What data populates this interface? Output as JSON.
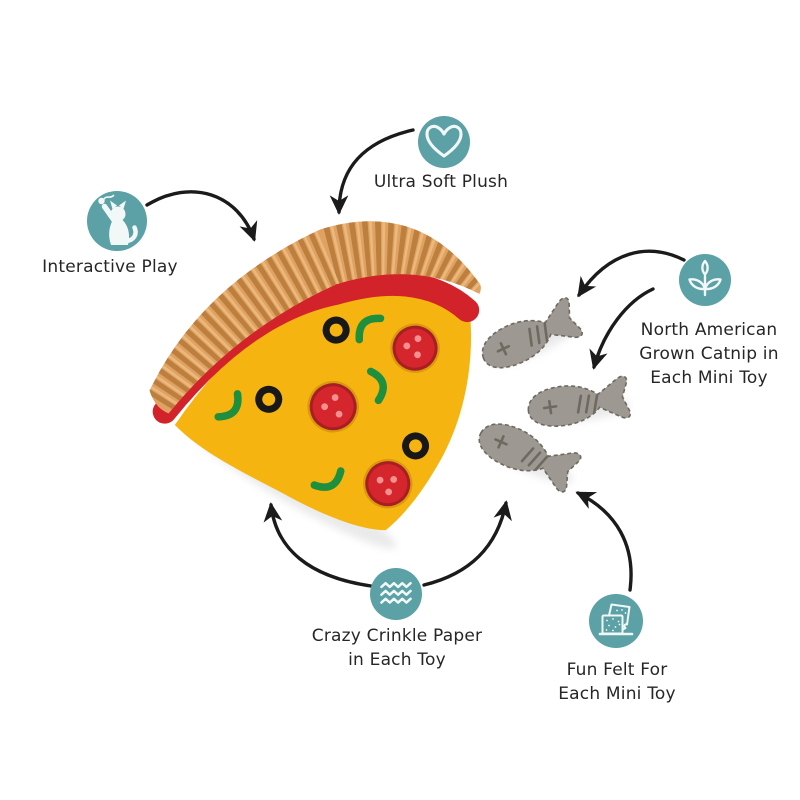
{
  "colors": {
    "background": "#ffffff",
    "accent": "#5ba1a6",
    "icon_glyph": "#f2f8f7",
    "text": "#262626",
    "arrow": "#1b1b1b",
    "crust": "#dfa263",
    "crust_rib": "#bd7f3e",
    "crust_rib_light": "#edbd80",
    "sauce": "#d2232a",
    "cheese": "#f6b411",
    "pepperoni": "#d4262c",
    "pepperoni_edge": "#a91e23",
    "pepperoni_stitch": "#d99a0e",
    "pepperoni_dot": "#f4908d",
    "olive": "#181818",
    "pepper_green": "#1e8f3e",
    "fish": "#9d9892",
    "fish_stitch": "#6f6a60",
    "shadow": "#d9d9d9"
  },
  "callouts": [
    {
      "id": "interactive-play",
      "icon": "cat-playing-icon",
      "lines": [
        "Interactive Play"
      ]
    },
    {
      "id": "ultra-soft-plush",
      "icon": "heart-icon",
      "lines": [
        "Ultra Soft Plush"
      ]
    },
    {
      "id": "catnip",
      "icon": "catnip-sprout-icon",
      "lines": [
        "North American",
        "Grown Catnip in",
        "Each Mini Toy"
      ]
    },
    {
      "id": "crinkle",
      "icon": "crinkle-waves-icon",
      "lines": [
        "Crazy Crinkle Paper",
        "in Each Toy"
      ]
    },
    {
      "id": "felt",
      "icon": "felt-sheet-icon",
      "lines": [
        "Fun Felt For",
        "Each Mini Toy"
      ]
    }
  ],
  "scene": {
    "main_toy": "plush pizza slice cat toy",
    "mini_toys": {
      "type": "felt fish",
      "count": 3
    },
    "toppings": {
      "pepperoni": 3,
      "olives": 3,
      "green_peppers": 4
    }
  }
}
